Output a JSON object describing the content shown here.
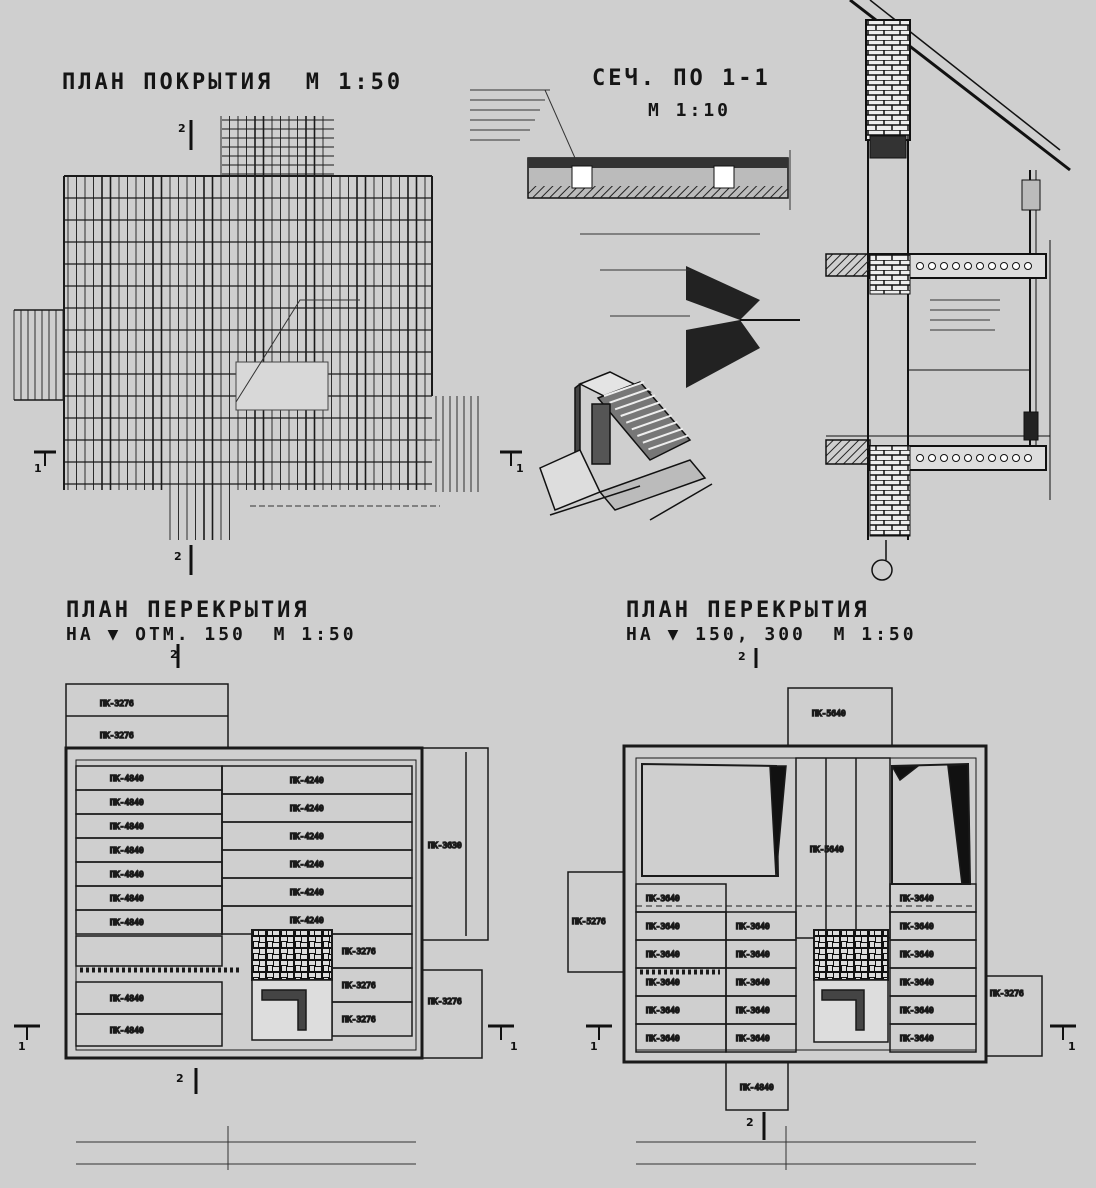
{
  "titles": {
    "roof_plan": "ПЛАН ПОКРЫТИЯ",
    "roof_plan_scale": "М 1:50",
    "section": "СЕЧ. ПО 1-1",
    "section_scale": "М 1:10",
    "floor_plan_a_line1": "ПЛАН ПЕРЕКРЫТИЯ",
    "floor_plan_a_line2": "НА ▼ ОТМ. 150",
    "floor_plan_a_scale": "М 1:50",
    "floor_plan_b_line1": "ПЛАН ПЕРЕКРЫТИЯ",
    "floor_plan_b_line2": "НА ▼ 150, 300",
    "floor_plan_b_scale": "М 1:50"
  },
  "section_marks": {
    "one": "1",
    "two": "2"
  },
  "panel_labels": {
    "left_plan": [
      "ПК-4840",
      "ПК-4840",
      "ПК-4840",
      "ПК-4840",
      "ПК-4840",
      "ПК-4840",
      "ПК-4840",
      "ПК-4840"
    ],
    "left_plan_right": [
      "ПК-4240",
      "ПК-4240",
      "ПК-4240",
      "ПК-4240",
      "ПК-4240",
      "ПК-4240"
    ],
    "left_column": "ПК-3630",
    "left_small": [
      "ПК-3276",
      "ПК-3276"
    ],
    "left_side": "ПК-3276",
    "right_top": "ПК-5640",
    "right_center": "ПК-5640",
    "right_rows": [
      "ПК-3640",
      "ПК-3640",
      "ПК-3640",
      "ПК-3640",
      "ПК-3640"
    ],
    "right_side_l": "ПК-5276",
    "right_side_r": "ПК-3276",
    "right_bottom": "ПК-4840"
  },
  "colors": {
    "ink": "#1a1a1a",
    "paper": "#cfcfcf"
  }
}
